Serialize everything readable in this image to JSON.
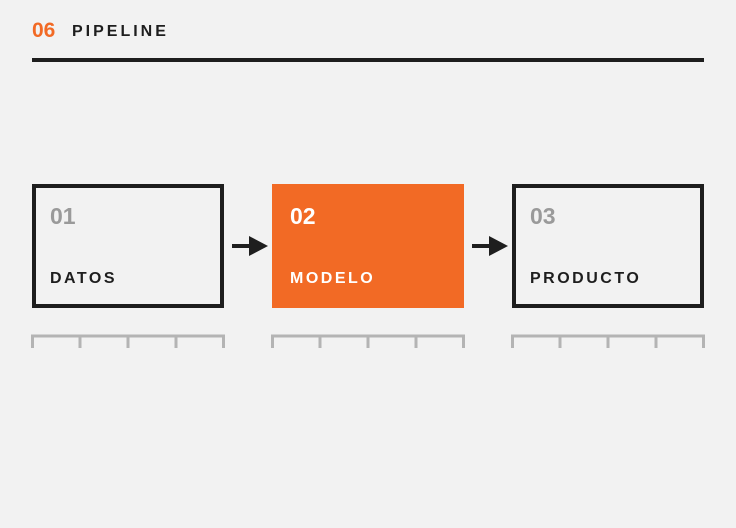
{
  "header": {
    "number": "06",
    "title": "PIPELINE"
  },
  "stages": [
    {
      "number": "01",
      "label": "DATOS",
      "active": false
    },
    {
      "number": "02",
      "label": "MODELO",
      "active": true
    },
    {
      "number": "03",
      "label": "PRODUCTO",
      "active": false
    }
  ],
  "colors": {
    "accent": "#f26a25",
    "ink": "#1e1e1e",
    "muted": "#9a9a9a",
    "ruler": "#b4b4b4",
    "background": "#f2f2f2"
  }
}
